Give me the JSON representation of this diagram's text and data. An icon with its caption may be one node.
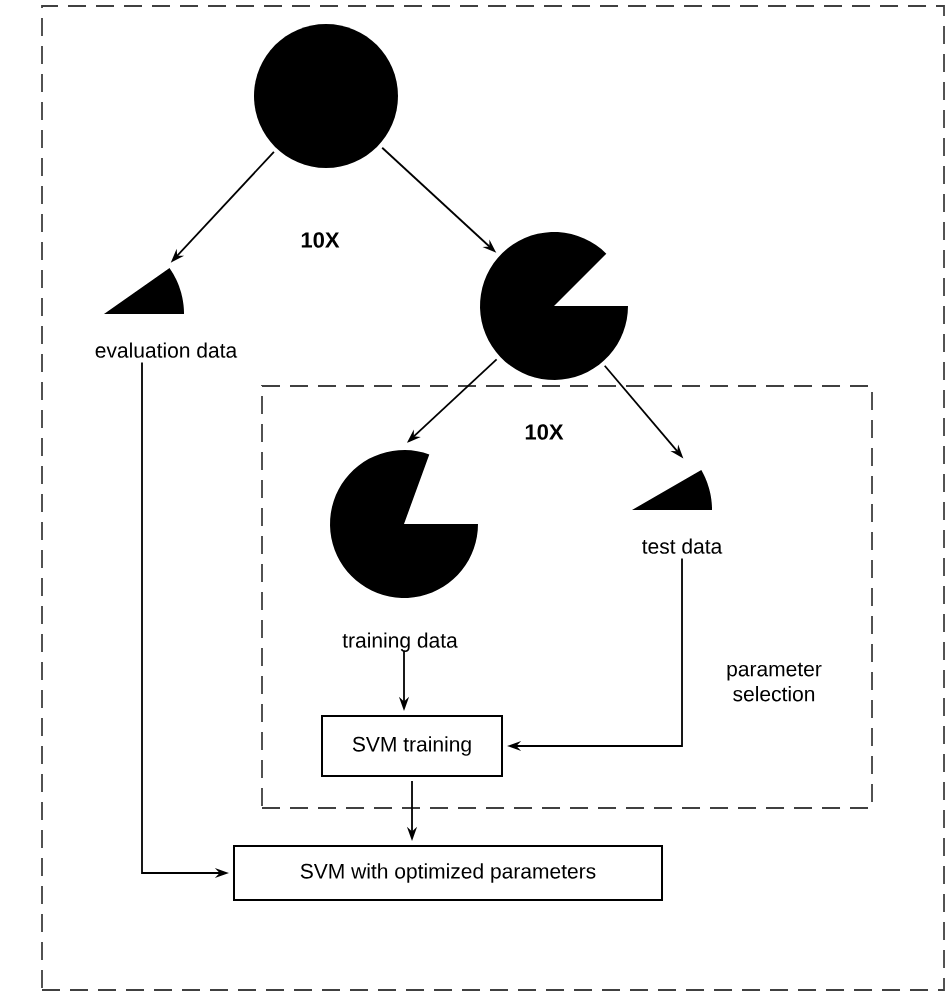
{
  "diagram": {
    "nodes": [
      {
        "text": [],
        "shape": "box"
      },
      {
        "text": [],
        "shape": "circle",
        "in": 0
      },
      {
        "text": [],
        "shape": "wedge",
        "beside": [
          "evaluation data"
        ],
        "in": 0
      },
      {
        "text": [],
        "shape": "pie",
        "in": 0
      },
      {
        "text": [],
        "shape": "box",
        "in": 0
      },
      {
        "text": [],
        "shape": "pie",
        "beside": [
          "training data"
        ],
        "in": 4
      },
      {
        "text": [],
        "shape": "wedge",
        "beside": [
          "test data"
        ],
        "in": 4
      },
      {
        "text": [
          "SVM training"
        ],
        "in": 4
      },
      {
        "text": [
          "SVM with optimized parameters"
        ],
        "in": 0
      }
    ],
    "edges": [
      {
        "from": 1,
        "to": 2,
        "arrow": "to"
      },
      {
        "from": 1,
        "to": 3,
        "arrow": "to"
      },
      {
        "from": 3,
        "to": 5,
        "arrow": "to"
      },
      {
        "from": 3,
        "to": 6,
        "arrow": "to"
      },
      {
        "from": 5,
        "to": 7,
        "arrow": "to"
      },
      {
        "from": 6,
        "to": 7,
        "arrow": "to",
        "label": "parameter selection"
      },
      {
        "from": 7,
        "to": 8,
        "arrow": "to"
      },
      {
        "from": 2,
        "to": 8,
        "arrow": "to"
      }
    ],
    "labels": [
      "10X",
      "10X"
    ]
  }
}
